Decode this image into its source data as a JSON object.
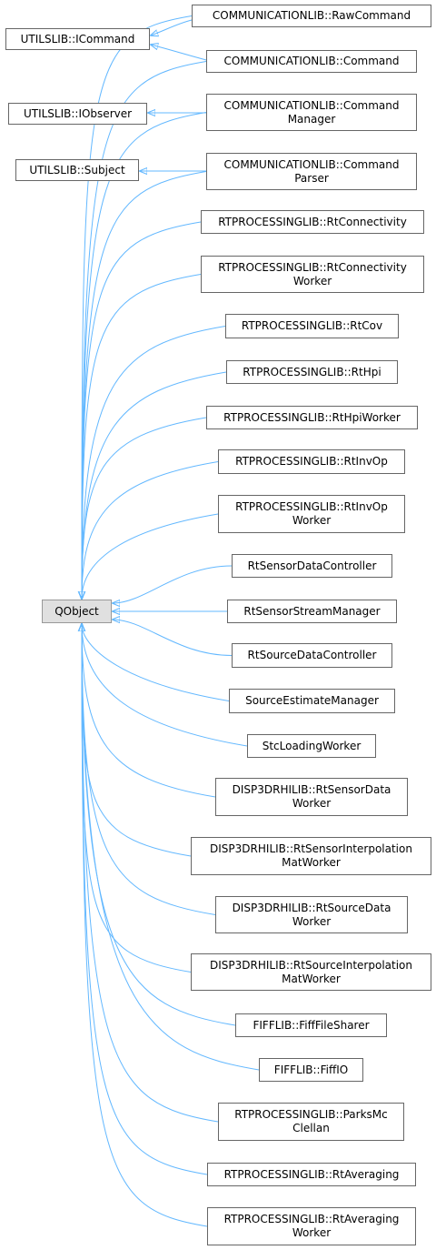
{
  "colors": {
    "edge": "#63b8ff",
    "border": "#666666",
    "root_fill": "#e0e0e0"
  },
  "nodes": {
    "root": "QObject",
    "icommand": "UTILSLIB::ICommand",
    "iobserver": "UTILSLIB::IObserver",
    "subject": "UTILSLIB::Subject",
    "rawcommand": "COMMUNICATIONLIB::RawCommand",
    "command": "COMMUNICATIONLIB::Command",
    "commandmanager": [
      "COMMUNICATIONLIB::Command",
      "Manager"
    ],
    "commandparser": [
      "COMMUNICATIONLIB::Command",
      "Parser"
    ],
    "rtconnectivity": "RTPROCESSINGLIB::RtConnectivity",
    "rtconnectivityworker": [
      "RTPROCESSINGLIB::RtConnectivity",
      "Worker"
    ],
    "rtcov": "RTPROCESSINGLIB::RtCov",
    "rthpi": "RTPROCESSINGLIB::RtHpi",
    "rthpiworker": "RTPROCESSINGLIB::RtHpiWorker",
    "rtinvop": "RTPROCESSINGLIB::RtInvOp",
    "rtinvopworker": [
      "RTPROCESSINGLIB::RtInvOp",
      "Worker"
    ],
    "rtsensordatacontroller": "RtSensorDataController",
    "rtsensorstreammanager": "RtSensorStreamManager",
    "rtsourcedatacontroller": "RtSourceDataController",
    "sourceestimatemanager": "SourceEstimateManager",
    "stcloadingworker": "StcLoadingWorker",
    "rtsensordataworker": [
      "DISP3DRHILIB::RtSensorData",
      "Worker"
    ],
    "rtsensorinterpolationmatworker": [
      "DISP3DRHILIB::RtSensorInterpolation",
      "MatWorker"
    ],
    "rtsourcedataworker": [
      "DISP3DRHILIB::RtSourceData",
      "Worker"
    ],
    "rtsourceinterpolationmatworker": [
      "DISP3DRHILIB::RtSourceInterpolation",
      "MatWorker"
    ],
    "fifffilesharer": "FIFFLIB::FiffFileSharer",
    "fiffio": "FIFFLIB::FiffIO",
    "parksmcclellan": [
      "RTPROCESSINGLIB::ParksMc",
      "Clellan"
    ],
    "rtaveraging": "RTPROCESSINGLIB::RtAveraging",
    "rtaveragingworker": [
      "RTPROCESSINGLIB::RtAveraging",
      "Worker"
    ]
  }
}
